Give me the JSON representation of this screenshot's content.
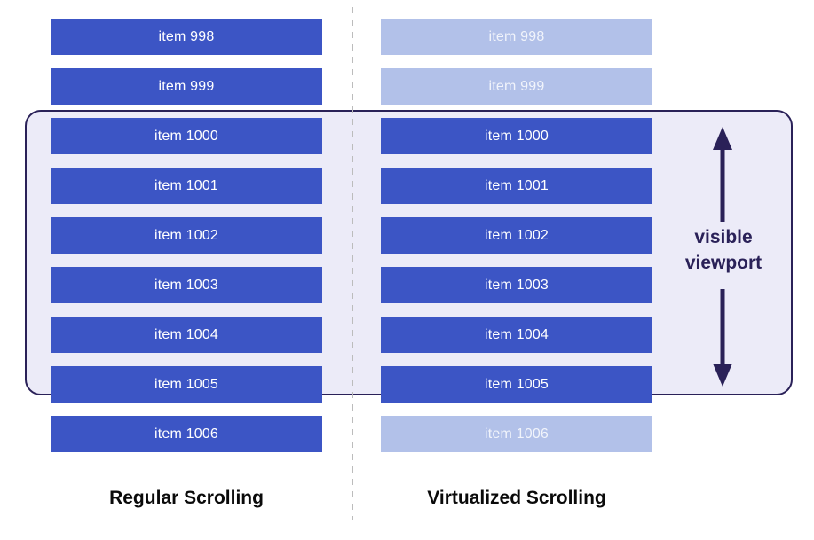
{
  "diagram": {
    "columns": {
      "left": {
        "title": "Regular Scrolling",
        "items": [
          {
            "label": "item 998",
            "state": "rendered"
          },
          {
            "label": "item 999",
            "state": "rendered"
          },
          {
            "label": "item 1000",
            "state": "rendered"
          },
          {
            "label": "item 1001",
            "state": "rendered"
          },
          {
            "label": "item 1002",
            "state": "rendered"
          },
          {
            "label": "item 1003",
            "state": "rendered"
          },
          {
            "label": "item 1004",
            "state": "rendered"
          },
          {
            "label": "item 1005",
            "state": "rendered"
          },
          {
            "label": "item 1006",
            "state": "rendered"
          }
        ]
      },
      "right": {
        "title": "Virtualized Scrolling",
        "items": [
          {
            "label": "item 998",
            "state": "virtualized"
          },
          {
            "label": "item 999",
            "state": "virtualized"
          },
          {
            "label": "item 1000",
            "state": "rendered"
          },
          {
            "label": "item 1001",
            "state": "rendered"
          },
          {
            "label": "item 1002",
            "state": "rendered"
          },
          {
            "label": "item 1003",
            "state": "rendered"
          },
          {
            "label": "item 1004",
            "state": "rendered"
          },
          {
            "label": "item 1005",
            "state": "rendered"
          },
          {
            "label": "item 1006",
            "state": "virtualized"
          }
        ]
      }
    },
    "viewport": {
      "label_line1": "visible",
      "label_line2": "viewport"
    },
    "colors": {
      "rendered_item": "#3c55c5",
      "virtualized_item": "#b2c1e9",
      "viewport_fill": "#ecebf8",
      "viewport_border": "#2a2158",
      "accent_navy": "#2a2158",
      "divider": "#bcbcbc",
      "item_text": "#ffffff",
      "title_text": "#0a0a0a"
    }
  }
}
